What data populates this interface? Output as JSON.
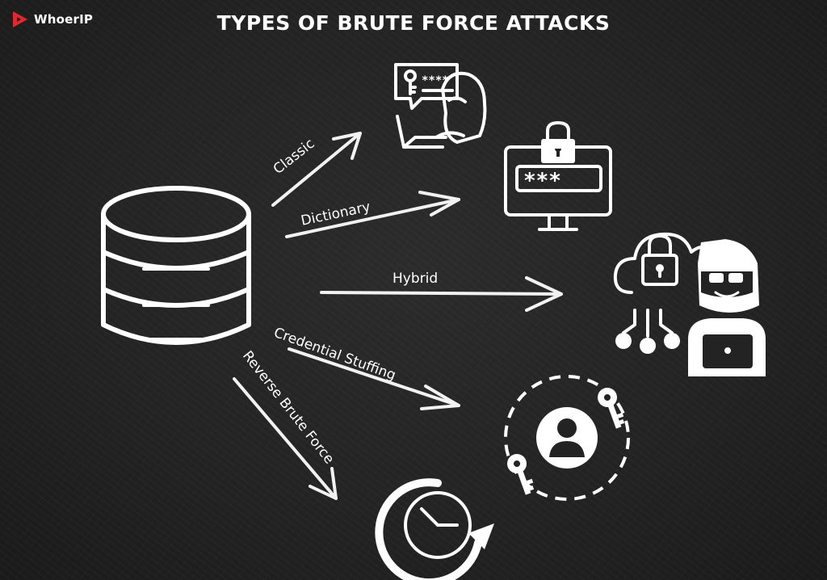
{
  "brand": {
    "name": "WhoerIP",
    "accent": "#e0282e"
  },
  "title": "TYPES OF BRUTE FORCE ATTACKS",
  "icons": {
    "source": "database-icon",
    "classic": "hacker-laptop-icon",
    "dictionary": "monitor-password-icon",
    "hybrid": "cloud-lock-hacker-icon",
    "credential_stuffing": "user-keys-icon",
    "reverse_brute_force": "clock-refresh-icon"
  },
  "edges": [
    {
      "id": "classic",
      "label": "Classic"
    },
    {
      "id": "dictionary",
      "label": "Dictionary"
    },
    {
      "id": "hybrid",
      "label": "Hybrid"
    },
    {
      "id": "credential_stuffing",
      "label": "Credential Stuffing"
    },
    {
      "id": "reverse_brute_force",
      "label": "Reverse Brute Force"
    }
  ],
  "screens": {
    "chat_stars": "****",
    "monitor_stars": "***_"
  }
}
